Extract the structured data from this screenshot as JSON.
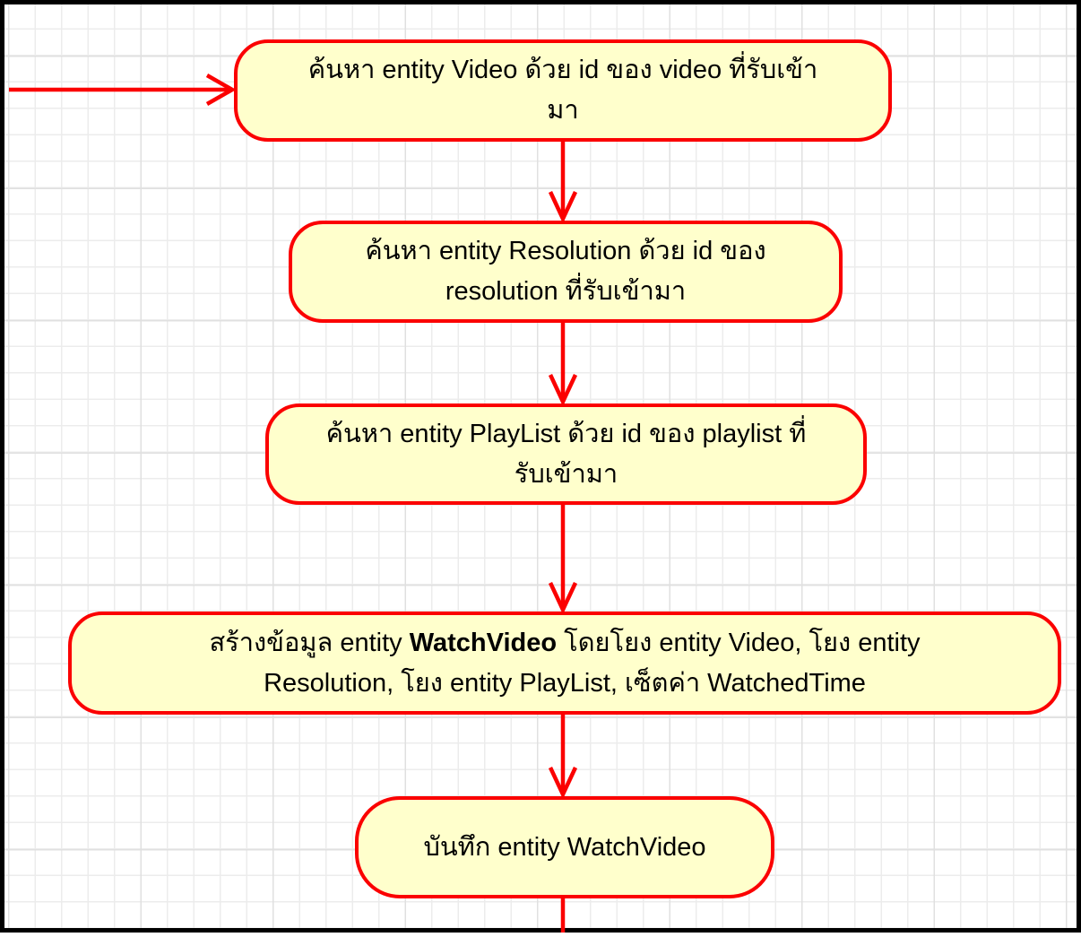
{
  "colors": {
    "node_fill": "#ffffcc",
    "node_border": "#fb0000",
    "connector": "#fb0000",
    "text": "#000000",
    "frame": "#000000",
    "background": "#ffffff",
    "grid_minor": "#ececec",
    "grid_major": "#e0e0e0"
  },
  "diagram": {
    "type": "activity-flowchart",
    "nodes": [
      {
        "id": "find-video",
        "label": "ค้นหา entity Video ด้วย id ของ video ที่รับเข้า\nมา"
      },
      {
        "id": "find-resolution",
        "label": "ค้นหา entity Resolution ด้วย id ของ\nresolution ที่รับเข้ามา"
      },
      {
        "id": "find-playlist",
        "label": "ค้นหา entity PlayList ด้วย id ของ playlist ที่\nรับเข้ามา"
      },
      {
        "id": "create-watchvideo",
        "label_prefix": "สร้างข้อมูล entity ",
        "label_bold": "WatchVideo",
        "label_suffix": " โดยโยง entity Video, โยง entity\nResolution, โยง entity PlayList, เซ็ตค่า WatchedTime"
      },
      {
        "id": "save-watchvideo",
        "label": "บันทึก entity WatchVideo"
      }
    ],
    "edges": [
      {
        "from": "offscreen-left",
        "to": "find-video"
      },
      {
        "from": "find-video",
        "to": "find-resolution"
      },
      {
        "from": "find-resolution",
        "to": "find-playlist"
      },
      {
        "from": "find-playlist",
        "to": "create-watchvideo"
      },
      {
        "from": "create-watchvideo",
        "to": "save-watchvideo"
      },
      {
        "from": "save-watchvideo",
        "to": "offscreen-bottom"
      }
    ]
  }
}
